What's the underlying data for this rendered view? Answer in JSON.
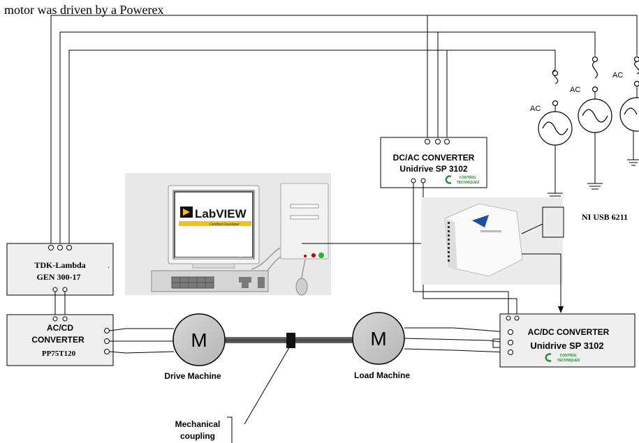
{
  "header_text": "motor  was  driven  by  a  Powerex",
  "dcac_converter": {
    "line1": "DC/AC CONVERTER",
    "line2": "Unidrive SP 3102",
    "logo_line1": "CONTROL",
    "logo_line2": "TECHNIQUES"
  },
  "tdk": {
    "line1": "TDK-Lambda",
    "line2": "GEN 300-17",
    "dot": "."
  },
  "accd_converter": {
    "line1": "AC/CD",
    "line2": "CONVERTER",
    "line3": "PP75T120"
  },
  "acdc_converter": {
    "line1": "AC/DC CONVERTER",
    "line2": "Unidrive SP  3102",
    "logo_line1": "CONTROL",
    "logo_line2": "TECHNIQUES"
  },
  "motors": {
    "drive_symbol": "M",
    "load_symbol": "M",
    "drive_label": "Drive Machine",
    "load_label": "Load Machine"
  },
  "coupling": {
    "line1": "Mechanical",
    "line2": "coupling"
  },
  "ni_label": "NI USB 6211",
  "ac_sources": [
    "AC",
    "AC",
    "AC"
  ],
  "labview": {
    "logo": "LabVIEW",
    "subtitle": "Certified Developer"
  },
  "colors": {
    "box_fill": "#efefef",
    "computer_panel": "#e8e8e8",
    "labview_yellow": "#f2c21a",
    "ni_panel": "#ececec",
    "shaft": "#555555"
  }
}
